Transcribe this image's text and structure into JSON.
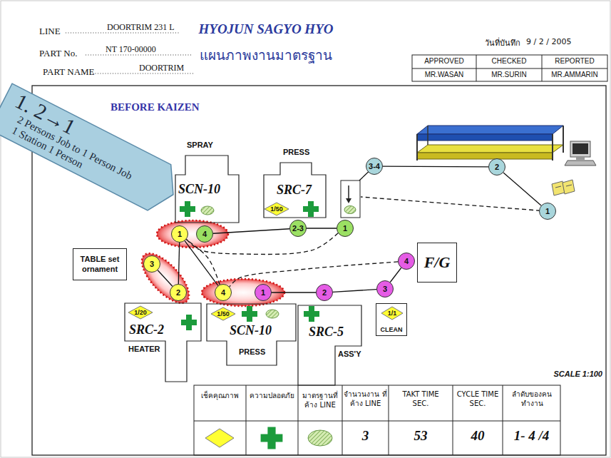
{
  "diagram": {
    "title": "HYOJUN SAGYO HYO",
    "nodes": [
      {
        "text": [
          "1. 2→1",
          "2 Persons Job to 1 Person Job",
          "1 Station 1 Person"
        ]
      },
      {
        "text": [
          "SPRAY",
          "SCN-10"
        ]
      },
      {
        "text": [
          "PRESS",
          "SRC-7"
        ]
      },
      {
        "text": [
          "1/50"
        ],
        "in": 2
      },
      {
        "text": [
          "3-4"
        ]
      },
      {
        "text": [
          "2"
        ]
      },
      {
        "text": [
          "1"
        ]
      },
      {
        "text": [
          "1"
        ]
      },
      {
        "text": [
          "4"
        ]
      },
      {
        "text": [
          "2-3"
        ]
      },
      {
        "text": [
          "1"
        ]
      },
      {
        "text": [
          "TABLE set ornament"
        ]
      },
      {
        "text": [
          "3"
        ]
      },
      {
        "text": [
          "4"
        ]
      },
      {
        "text": [
          "F/G"
        ]
      },
      {
        "text": [
          "3"
        ]
      },
      {
        "text": [
          "2"
        ]
      },
      {
        "text": [
          "4"
        ]
      },
      {
        "text": [
          "1"
        ]
      },
      {
        "text": [
          "2"
        ]
      },
      {
        "text": [
          "SRC-2",
          "HEATER"
        ]
      },
      {
        "text": [
          "1/20"
        ],
        "in": 20
      },
      {
        "text": [
          "SCN-10",
          "PRESS"
        ]
      },
      {
        "text": [
          "1/50"
        ],
        "in": 22
      },
      {
        "text": [
          "SRC-5",
          "ASS'Y"
        ]
      },
      {
        "text": [
          "CLEAN"
        ]
      },
      {
        "text": [
          "1/1"
        ],
        "in": 25
      }
    ],
    "edges": [
      {
        "from": 4,
        "to": 5,
        "arrow": "none"
      },
      {
        "from": 5,
        "to": 6,
        "arrow": "none"
      },
      {
        "from": 8,
        "to": 9,
        "arrow": "none"
      },
      {
        "from": 9,
        "to": 10,
        "arrow": "none"
      },
      {
        "from": 10,
        "to": 7,
        "arrow": "none"
      },
      {
        "from": 7,
        "to": 16,
        "arrow": "none"
      },
      {
        "from": 16,
        "to": 12,
        "arrow": "none"
      },
      {
        "from": 7,
        "to": 17,
        "arrow": "none"
      },
      {
        "from": 17,
        "to": 7,
        "arrow": "none"
      },
      {
        "from": 18,
        "to": 19,
        "arrow": "none"
      },
      {
        "from": 19,
        "to": 15,
        "arrow": "none"
      },
      {
        "from": 15,
        "to": 13,
        "arrow": "none"
      },
      {
        "from": 13,
        "to": 17,
        "arrow": "none"
      }
    ],
    "labels": [
      "LINE",
      "DOORTRIM 231 L",
      "PART No.",
      "NT 170-00000",
      "PART NAME",
      "DOORTRIM",
      "แผนภาพงานมาตรฐาน",
      "วันที่บันทึก",
      "9 / 2 / 2005",
      "APPROVED",
      "CHECKED",
      "REPORTED",
      "MR.WASAN",
      "MR.SURIN",
      "MR.AMMARIN",
      "BEFORE KAIZEN",
      "SCALE 1:100",
      "จำนวนงาน ที่ค้าง LINE",
      "TAKT TIME SEC.",
      "CYCLE TIME SEC.",
      "ลำดับของคน ทำงาน",
      "3",
      "53",
      "40",
      "1- 4 /4"
    ],
    "legend": [
      {
        "text": "เช็คคุณภาพ"
      },
      {
        "text": "ความปลอดภัย"
      },
      {
        "text": "มาตรฐานที่ ค้าง LINE"
      }
    ]
  }
}
